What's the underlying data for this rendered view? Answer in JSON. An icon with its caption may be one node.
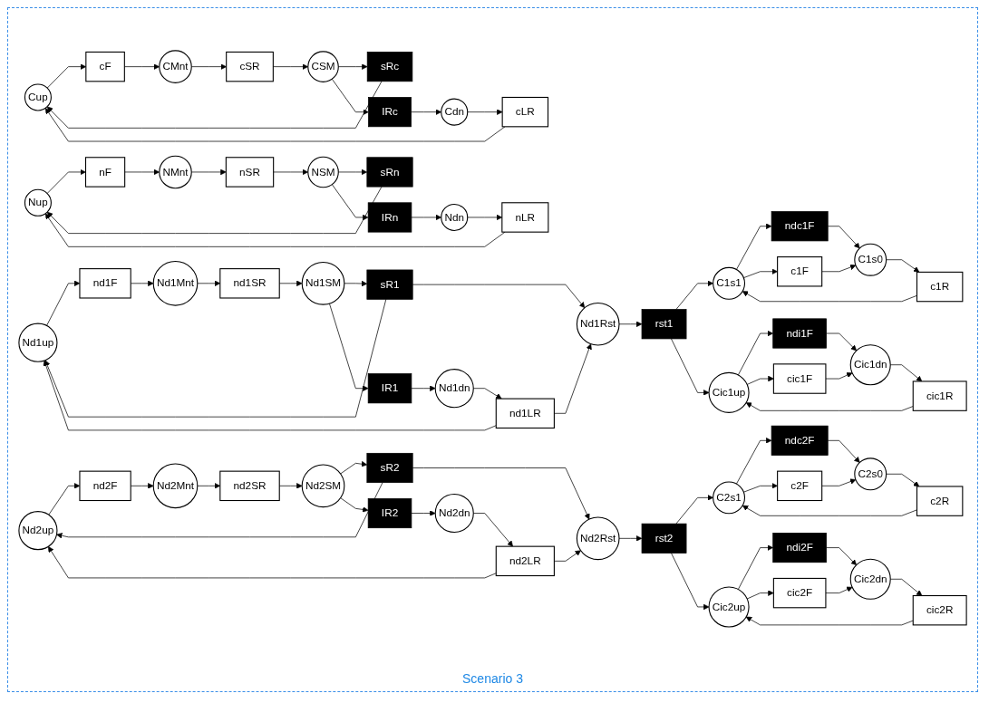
{
  "diagram": {
    "caption": "Scenario 3",
    "nodes": [
      {
        "text": [
          "Cup"
        ]
      },
      {
        "text": [
          "sRc"
        ]
      },
      {
        "text": [
          "cLR"
        ]
      },
      {
        "text": [
          "cF"
        ]
      },
      {
        "text": [
          "cSR"
        ]
      },
      {
        "text": [
          "CMnt"
        ]
      },
      {
        "text": [
          "CSM"
        ]
      },
      {
        "text": [
          "Cdn"
        ]
      },
      {
        "text": [
          "IRc"
        ]
      },
      {
        "text": [
          "Nup"
        ]
      },
      {
        "text": [
          "sRn"
        ]
      },
      {
        "text": [
          "nLR"
        ]
      },
      {
        "text": [
          "nF"
        ]
      },
      {
        "text": [
          "nSR"
        ]
      },
      {
        "text": [
          "NMnt"
        ]
      },
      {
        "text": [
          "NSM"
        ]
      },
      {
        "text": [
          "Ndn"
        ]
      },
      {
        "text": [
          "IRn"
        ]
      },
      {
        "text": [
          "C1s1"
        ]
      },
      {
        "text": [
          "Cic1up"
        ]
      },
      {
        "text": [
          "ndc1F"
        ]
      },
      {
        "text": [
          "ndi1F"
        ]
      },
      {
        "text": [
          "c1R"
        ]
      },
      {
        "text": [
          "c1F"
        ]
      },
      {
        "text": [
          "cic1R"
        ]
      },
      {
        "text": [
          "cic1F"
        ]
      },
      {
        "text": [
          "C1s0"
        ]
      },
      {
        "text": [
          "Cic1dn"
        ]
      },
      {
        "text": [
          "Nd1Rst"
        ]
      },
      {
        "text": [
          "rst1"
        ]
      },
      {
        "text": [
          "C2s1"
        ]
      },
      {
        "text": [
          "Cic2up"
        ]
      },
      {
        "text": [
          "ndc2F"
        ]
      },
      {
        "text": [
          "ndi2F"
        ]
      },
      {
        "text": [
          "c2R"
        ]
      },
      {
        "text": [
          "c2F"
        ]
      },
      {
        "text": [
          "cic2R"
        ]
      },
      {
        "text": [
          "cic2F"
        ]
      },
      {
        "text": [
          "C2s0"
        ]
      },
      {
        "text": [
          "Cic2dn"
        ]
      },
      {
        "text": [
          "Nd2Rst"
        ]
      },
      {
        "text": [
          "rst2"
        ]
      },
      {
        "text": [
          "Nd1up"
        ]
      },
      {
        "text": [
          "sR1"
        ]
      },
      {
        "text": [
          "nd1LR"
        ]
      },
      {
        "text": [
          "nd1F"
        ]
      },
      {
        "text": [
          "nd1SR"
        ]
      },
      {
        "text": [
          "Nd1Mnt"
        ]
      },
      {
        "text": [
          "Nd1SM"
        ]
      },
      {
        "text": [
          "Nd1dn"
        ]
      },
      {
        "text": [
          "IR1"
        ]
      },
      {
        "text": [
          "Nd2up"
        ]
      },
      {
        "text": [
          "sR2"
        ]
      },
      {
        "text": [
          "nd2LR"
        ]
      },
      {
        "text": [
          "nd2F"
        ]
      },
      {
        "text": [
          "nd2SR"
        ]
      },
      {
        "text": [
          "Nd2Mnt"
        ]
      },
      {
        "text": [
          "Nd2SM"
        ]
      },
      {
        "text": [
          "Nd2dn"
        ]
      },
      {
        "text": [
          "IR2"
        ]
      }
    ],
    "edges": [
      {
        "from": 2,
        "to": 0,
        "arrow": "to"
      },
      {
        "from": 0,
        "to": 3,
        "arrow": "to"
      },
      {
        "from": 3,
        "to": 5,
        "arrow": "to"
      },
      {
        "from": 5,
        "to": 4,
        "arrow": "to"
      },
      {
        "from": 4,
        "to": 6,
        "arrow": "to"
      },
      {
        "from": 6,
        "to": 1,
        "arrow": "to"
      },
      {
        "from": 1,
        "to": 0,
        "arrow": "to"
      },
      {
        "from": 6,
        "to": 8,
        "arrow": "to"
      },
      {
        "from": 8,
        "to": 7,
        "arrow": "to"
      },
      {
        "from": 7,
        "to": 2,
        "arrow": "to"
      },
      {
        "from": 11,
        "to": 9,
        "arrow": "to"
      },
      {
        "from": 9,
        "to": 12,
        "arrow": "to"
      },
      {
        "from": 12,
        "to": 14,
        "arrow": "to"
      },
      {
        "from": 14,
        "to": 13,
        "arrow": "to"
      },
      {
        "from": 13,
        "to": 15,
        "arrow": "to"
      },
      {
        "from": 15,
        "to": 10,
        "arrow": "to"
      },
      {
        "from": 10,
        "to": 9,
        "arrow": "to"
      },
      {
        "from": 15,
        "to": 17,
        "arrow": "to"
      },
      {
        "from": 17,
        "to": 16,
        "arrow": "to"
      },
      {
        "from": 16,
        "to": 11,
        "arrow": "to"
      },
      {
        "from": 18,
        "to": 20,
        "arrow": "to"
      },
      {
        "from": 20,
        "to": 26,
        "arrow": "to"
      },
      {
        "from": 26,
        "to": 22,
        "arrow": "to"
      },
      {
        "from": 22,
        "to": 18,
        "arrow": "to"
      },
      {
        "from": 18,
        "to": 23,
        "arrow": "to"
      },
      {
        "from": 23,
        "to": 26,
        "arrow": "to"
      },
      {
        "from": 19,
        "to": 21,
        "arrow": "to"
      },
      {
        "from": 21,
        "to": 27,
        "arrow": "to"
      },
      {
        "from": 27,
        "to": 24,
        "arrow": "to"
      },
      {
        "from": 24,
        "to": 19,
        "arrow": "to"
      },
      {
        "from": 19,
        "to": 25,
        "arrow": "to"
      },
      {
        "from": 25,
        "to": 27,
        "arrow": "to"
      },
      {
        "from": 29,
        "to": 18,
        "arrow": "to"
      },
      {
        "from": 29,
        "to": 19,
        "arrow": "to"
      },
      {
        "from": 28,
        "to": 29,
        "arrow": "to"
      },
      {
        "from": 30,
        "to": 32,
        "arrow": "to"
      },
      {
        "from": 32,
        "to": 38,
        "arrow": "to"
      },
      {
        "from": 38,
        "to": 34,
        "arrow": "to"
      },
      {
        "from": 34,
        "to": 30,
        "arrow": "to"
      },
      {
        "from": 30,
        "to": 35,
        "arrow": "to"
      },
      {
        "from": 35,
        "to": 38,
        "arrow": "to"
      },
      {
        "from": 31,
        "to": 33,
        "arrow": "to"
      },
      {
        "from": 33,
        "to": 39,
        "arrow": "to"
      },
      {
        "from": 39,
        "to": 36,
        "arrow": "to"
      },
      {
        "from": 36,
        "to": 31,
        "arrow": "to"
      },
      {
        "from": 31,
        "to": 37,
        "arrow": "to"
      },
      {
        "from": 37,
        "to": 39,
        "arrow": "to"
      },
      {
        "from": 41,
        "to": 30,
        "arrow": "to"
      },
      {
        "from": 41,
        "to": 31,
        "arrow": "to"
      },
      {
        "from": 40,
        "to": 41,
        "arrow": "to"
      },
      {
        "from": 44,
        "to": 42,
        "arrow": "to"
      },
      {
        "from": 42,
        "to": 45,
        "arrow": "to"
      },
      {
        "from": 45,
        "to": 47,
        "arrow": "to"
      },
      {
        "from": 47,
        "to": 46,
        "arrow": "to"
      },
      {
        "from": 46,
        "to": 48,
        "arrow": "to"
      },
      {
        "from": 48,
        "to": 43,
        "arrow": "to"
      },
      {
        "from": 43,
        "to": 42,
        "arrow": "to"
      },
      {
        "from": 48,
        "to": 50,
        "arrow": "to"
      },
      {
        "from": 50,
        "to": 49,
        "arrow": "to"
      },
      {
        "from": 49,
        "to": 44,
        "arrow": "to"
      },
      {
        "from": 44,
        "to": 28,
        "arrow": "to"
      },
      {
        "from": 43,
        "to": 28,
        "arrow": "to"
      },
      {
        "from": 53,
        "to": 51,
        "arrow": "to"
      },
      {
        "from": 51,
        "to": 54,
        "arrow": "to"
      },
      {
        "from": 54,
        "to": 56,
        "arrow": "to"
      },
      {
        "from": 56,
        "to": 55,
        "arrow": "to"
      },
      {
        "from": 55,
        "to": 57,
        "arrow": "to"
      },
      {
        "from": 57,
        "to": 52,
        "arrow": "to"
      },
      {
        "from": 52,
        "to": 51,
        "arrow": "to"
      },
      {
        "from": 57,
        "to": 59,
        "arrow": "to"
      },
      {
        "from": 59,
        "to": 58,
        "arrow": "to"
      },
      {
        "from": 58,
        "to": 53,
        "arrow": "to"
      },
      {
        "from": 53,
        "to": 40,
        "arrow": "to"
      },
      {
        "from": 52,
        "to": 40,
        "arrow": "to"
      }
    ]
  }
}
